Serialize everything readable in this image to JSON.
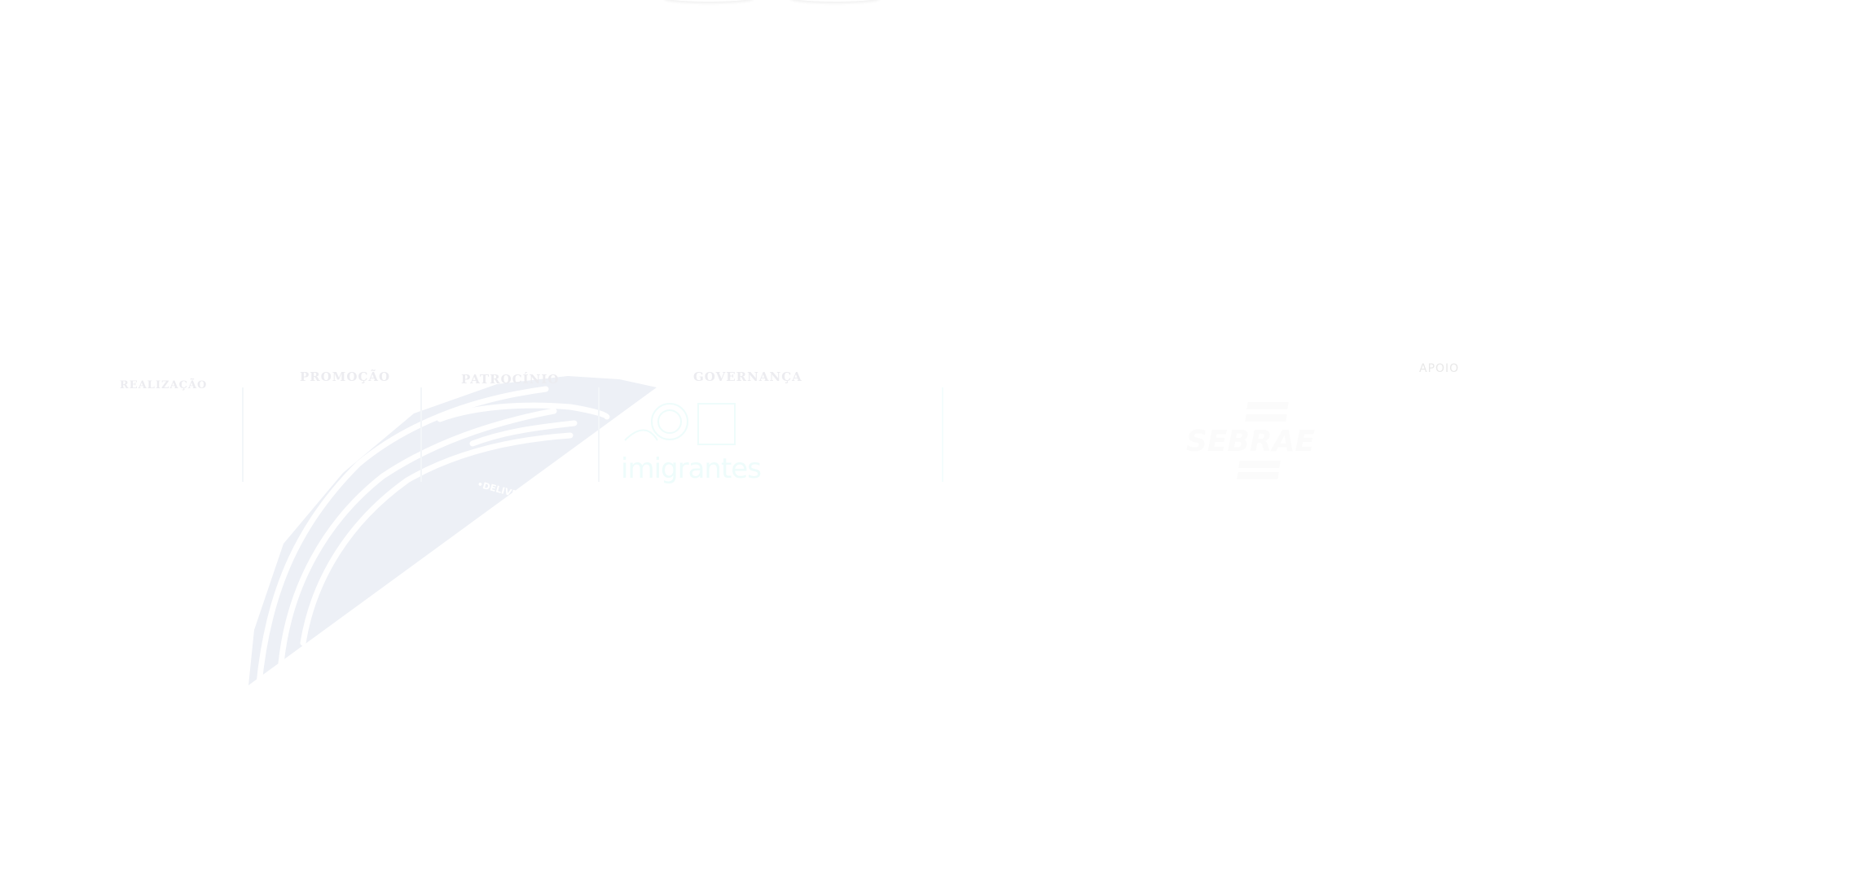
{
  "sponsors": {
    "realizacao_label": "REALIZAÇÃO",
    "promocao_label": "PROMOÇÃO",
    "patrocinio_label": "PATROCÍNIO",
    "governanca_label": "GOVERNANÇA",
    "apoio_label": "APOIO",
    "logos": {
      "satis": "Satis DELIVERY",
      "imigrantes": "imigrantes",
      "sebrae": "SEBRAE"
    }
  },
  "colors": {
    "shape": "#edf0f6",
    "label": "#ececf0"
  }
}
